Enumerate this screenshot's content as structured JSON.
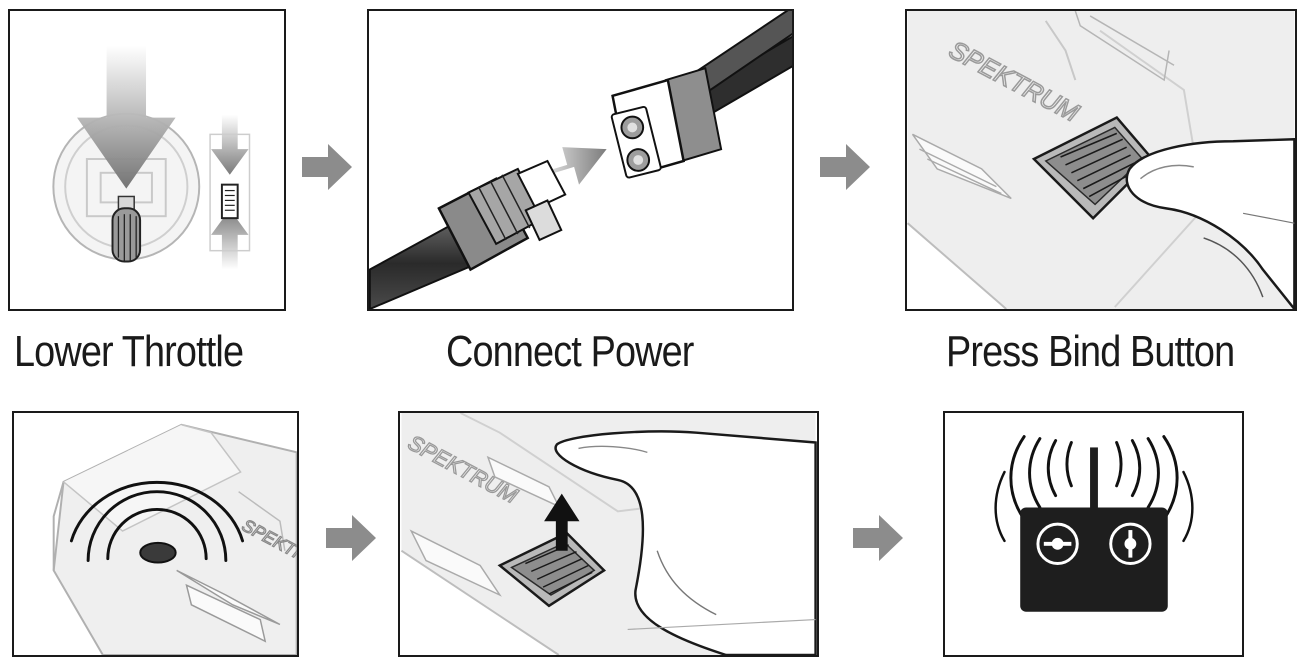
{
  "steps": [
    {
      "label": "Lower Throttle"
    },
    {
      "label": "Connect Power"
    },
    {
      "label": "Press Bind Button"
    },
    {
      "label": ""
    },
    {
      "label": ""
    },
    {
      "label": ""
    }
  ],
  "logo_text": "SPEKTRUM",
  "colors": {
    "outline": "#1a1a1a",
    "arrow_gray": "#8c8c8c",
    "device_fill": "#ececec",
    "transmitter": "#1e1e1e"
  }
}
